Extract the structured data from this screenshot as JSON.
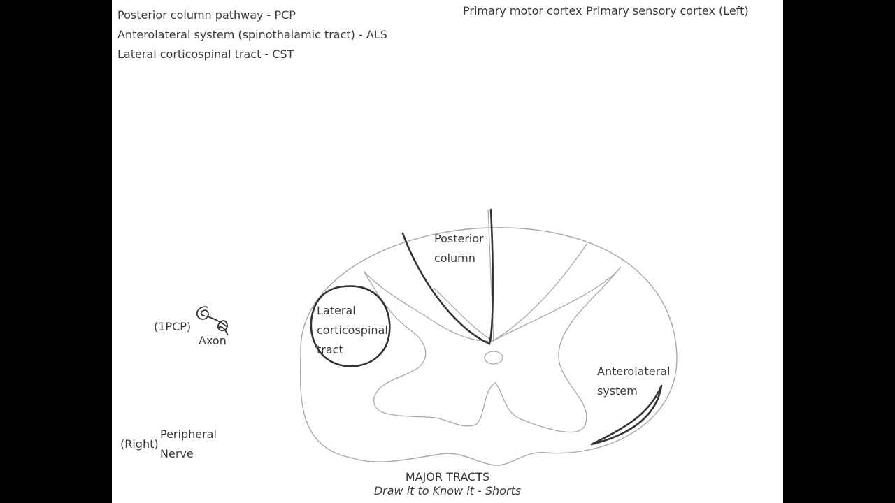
{
  "legend": {
    "pcp": "Posterior column pathway - PCP",
    "als": "Anterolateral system (spinothalamic tract) - ALS",
    "cst": "Lateral corticospinal tract - CST"
  },
  "cortex": {
    "motor": "Primary motor cortex",
    "sensory": "Primary sensory cortex (Left)"
  },
  "side_labels": {
    "neuron": "(1PCP)",
    "axon": "Axon",
    "right": "(Right)",
    "peripheral_line1": "Peripheral",
    "peripheral_line2": "Nerve"
  },
  "tracts": {
    "posterior_line1": "Posterior",
    "posterior_line2": "column",
    "lateral_line1": "Lateral",
    "lateral_line2": "corticospinal",
    "lateral_line3": "tract",
    "antero_line1": "Anterolateral",
    "antero_line2": "system"
  },
  "footer": {
    "title": "MAJOR TRACTS",
    "subtitle": "Draw it to Know it - Shorts"
  },
  "colors": {
    "background": "#ffffff",
    "frame": "#000000",
    "outline_light": "#a8a8a8",
    "outline_dark": "#333333",
    "text": "#3a3a3a"
  }
}
